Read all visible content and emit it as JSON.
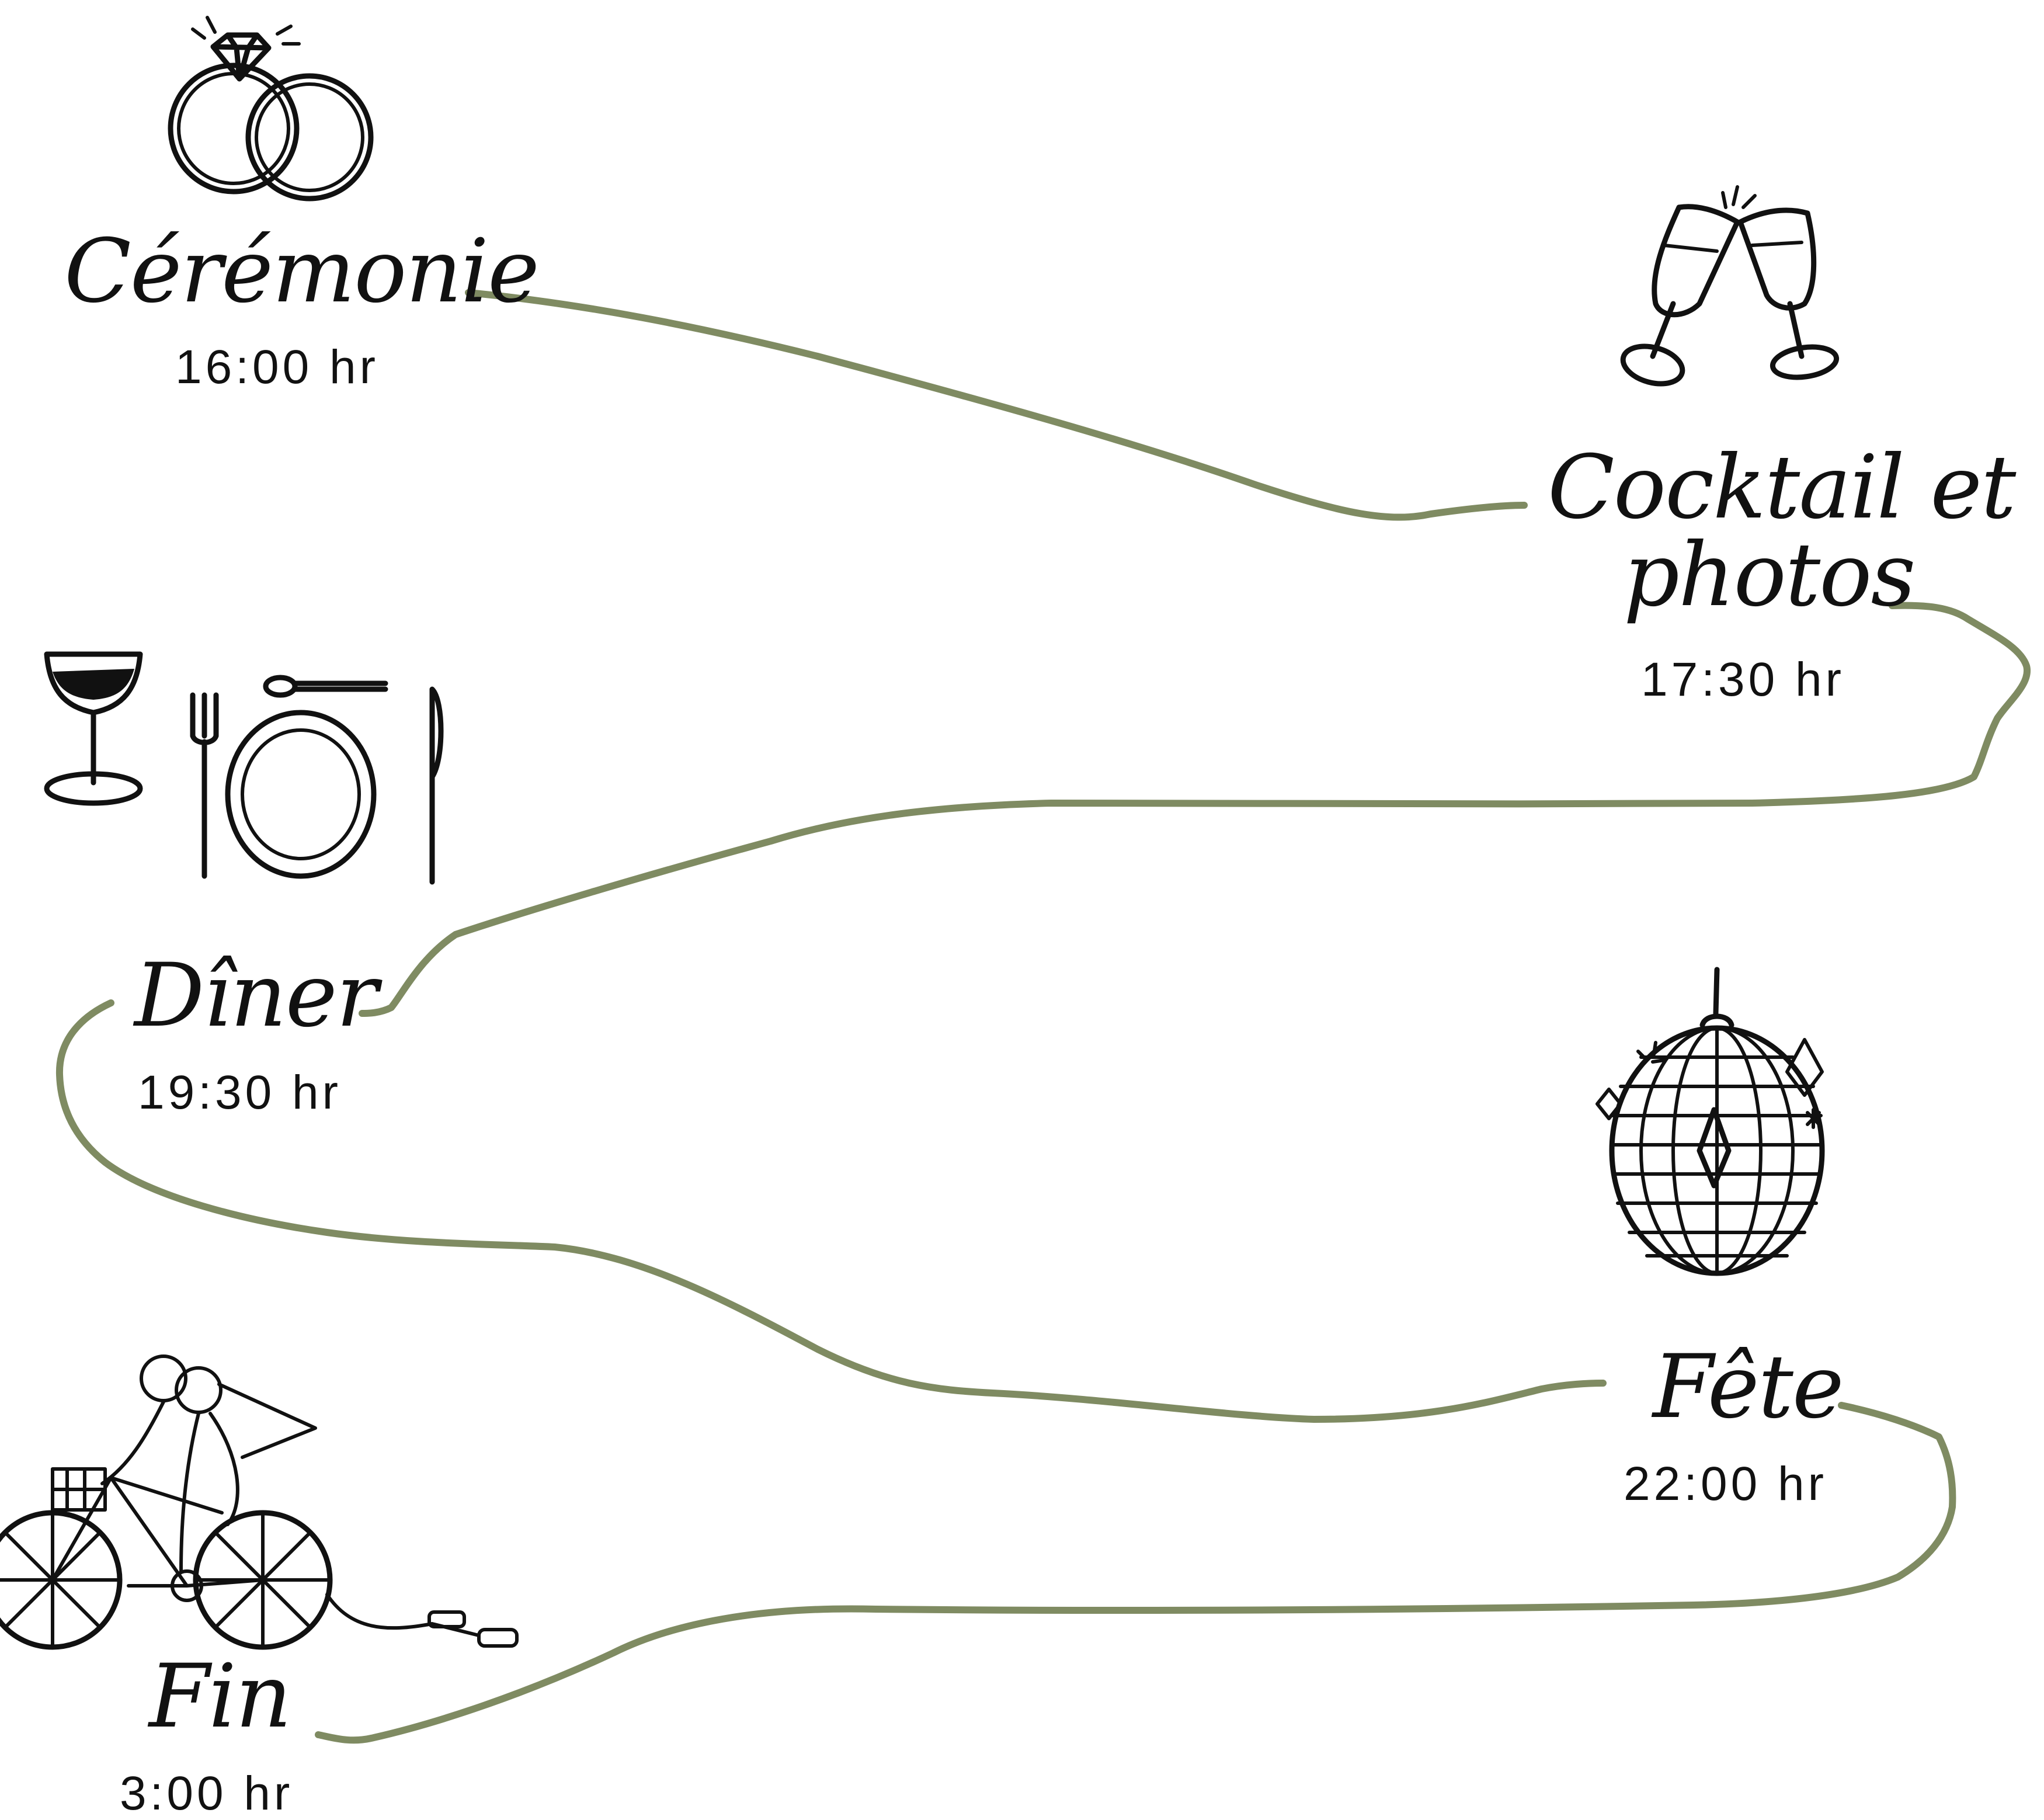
{
  "colors": {
    "path": "#7f8b62",
    "ink": "#111111",
    "background": "#ffffff"
  },
  "events": [
    {
      "id": "ceremonie",
      "title": "Cérémonie",
      "time": "16:00 hr",
      "icon": "wedding-rings-icon"
    },
    {
      "id": "cocktail",
      "title_line1": "Cocktail et",
      "title_line2": "photos",
      "time": "17:30 hr",
      "icon": "champagne-toast-icon"
    },
    {
      "id": "diner",
      "title": "Dîner",
      "time": "19:30 hr",
      "icon": "table-setting-icon"
    },
    {
      "id": "fete",
      "title": "Fête",
      "time": "22:00 hr",
      "icon": "disco-ball-icon"
    },
    {
      "id": "fin",
      "title": "Fin",
      "time": "3:00 hr",
      "icon": "couple-bicycle-icon"
    }
  ]
}
